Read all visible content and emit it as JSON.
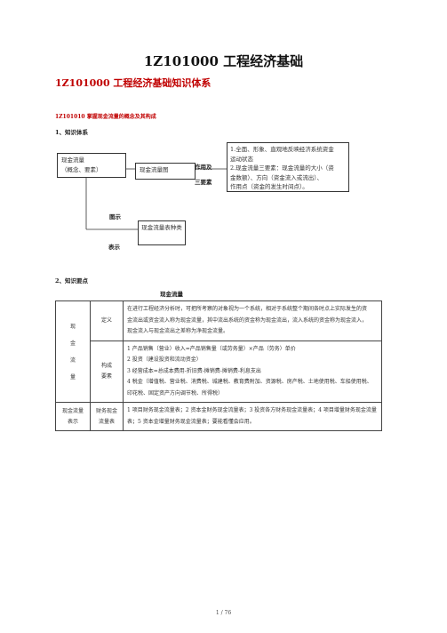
{
  "title": "1Z101000  工程经济基础",
  "subtitle": "1Z101000    工程经济基础知识体系",
  "section_heading": "1Z101010 掌握现金流量的概念及其构成",
  "section1": "1、知识体系",
  "diagram": {
    "cash_flow_box": [
      "现金流量",
      "（概念、要素）"
    ],
    "diagram_box": "现金流量图",
    "label_role": "作用及",
    "label_three": "三要素",
    "desc_box": [
      "1.全面、形象、直观地反映经济系统资金",
      "   运动状态",
      "2.现金流量三要素：现金流量的大小（资",
      "   金数额）、方向（资金流入或流出）、",
      "   作用点（资金的发生时间点）。"
    ],
    "label_illustrate": "图示",
    "label_represent": "表示",
    "table_box": "现金流量表种类"
  },
  "section2": "2、知识要点",
  "table_caption": "现金流量",
  "table": {
    "side_label": "现金流量",
    "rows": {
      "definition": {
        "category": "定义",
        "lines": [
          "在进行工程经济分析时，可把所考察的对象视为一个系统，相对于系统整个期间各时点上实际发生的资",
          "金流出或资金流入称为现金流量，其中流出系统的资金称为现金流出，流入系统的资金称为现金流入，",
          "现金流入与现金流出之差称为净现金流量。"
        ]
      },
      "elements": {
        "category": "构成要素",
        "lines": [
          "1 产品销售（营业）收入=产品销售量（或劳务量）×产品（劳务）单价",
          "2 投资（建设投资和流动资金）",
          "3 经营成本=总成本费用-折旧费-摊销费-摊销费-利息支出",
          "4 税金（增值税、营业税、消费税、城建税、教育费附加、资源税、房产税、土地使用税、车船使用税、",
          "   印花税、固定资产方向调节税、所得税）"
        ]
      },
      "representation": {
        "side": "现金流量表示",
        "category": "财务现金流量表",
        "text": "1 项目财务现金流量表；2 资本金财务现金流量表；3 投资各方财务现金流量表；4 项目增量财务现金流量表；5 资本金增量财务现金流量表；要能看懂会应用。"
      }
    }
  },
  "footer": "1  /  76"
}
